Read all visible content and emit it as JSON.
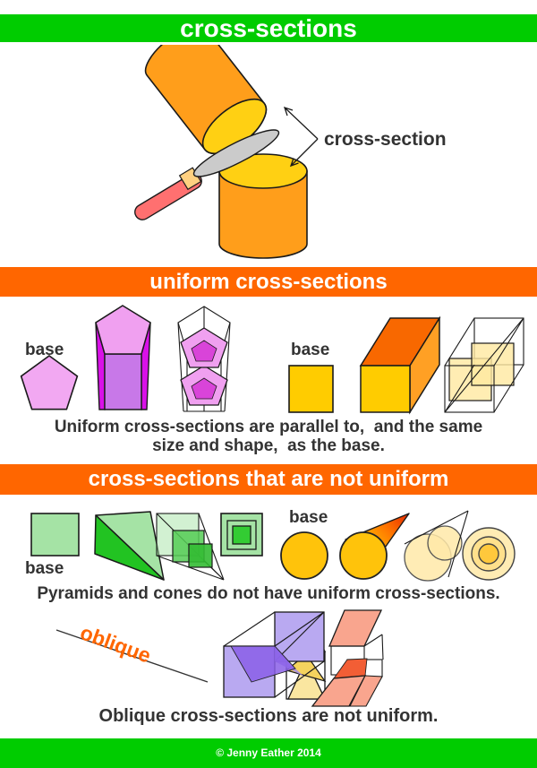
{
  "title_bar": {
    "label": "cross-sections"
  },
  "cylinder_figure": {
    "label": "cross-section"
  },
  "uniform_section": {
    "banner_label": "uniform cross-sections",
    "pentagon_group": {
      "base_label": "base"
    },
    "cuboid_group": {
      "base_label": "base"
    },
    "caption": "Uniform cross-sections are parallel to,  and the same\nsize and shape,  as the base."
  },
  "nonuniform_section": {
    "banner_label": "cross-sections that are not uniform",
    "pyramid_group": {
      "base_label": "base"
    },
    "cone_group": {
      "base_label": "base"
    },
    "caption": "Pyramids and cones do not have uniform cross-sections.",
    "oblique_figure": {
      "label": "oblique",
      "caption": "Oblique cross-sections are not uniform."
    }
  },
  "footer": {
    "copyright": "© Jenny Eather 2014"
  },
  "palette": {
    "green_bar": "#00CC00",
    "orange_bar": "#FF6600",
    "text_dark": "#333333",
    "cylinder_body": "#FF9E1B",
    "cylinder_cut_face": "#FFD013",
    "knife_blade": "#CBCBCB",
    "knife_handle": "#FF7070",
    "pentagon_light": "#F0A0F0",
    "pentagon_front": "#C878E8",
    "pentagon_side": "#D911E8",
    "cross_section_inner": "#D944D9",
    "yellow_base": "#FFCC00",
    "cuboid_top": "#F86800",
    "cuboid_side": "#FFA024",
    "translucent_yellow": "#FFE9A0",
    "green_base": "#A5E3A5",
    "green_dark": "#22C322",
    "green_mid": "#33CC33",
    "circle_base": "#FFC30B",
    "cone_tip_red": "#E82800",
    "cream_circle": "#FFE9A8",
    "oblique_label": "#FF6600",
    "tri_prism_light": "#FAE6A0",
    "tri_prism_slice": "#F5D35E",
    "purple_light": "#B9A9F1",
    "purple_slice": "#8A5FE8",
    "salmon_light": "#F9A58E",
    "salmon_slice": "#F25E35"
  }
}
